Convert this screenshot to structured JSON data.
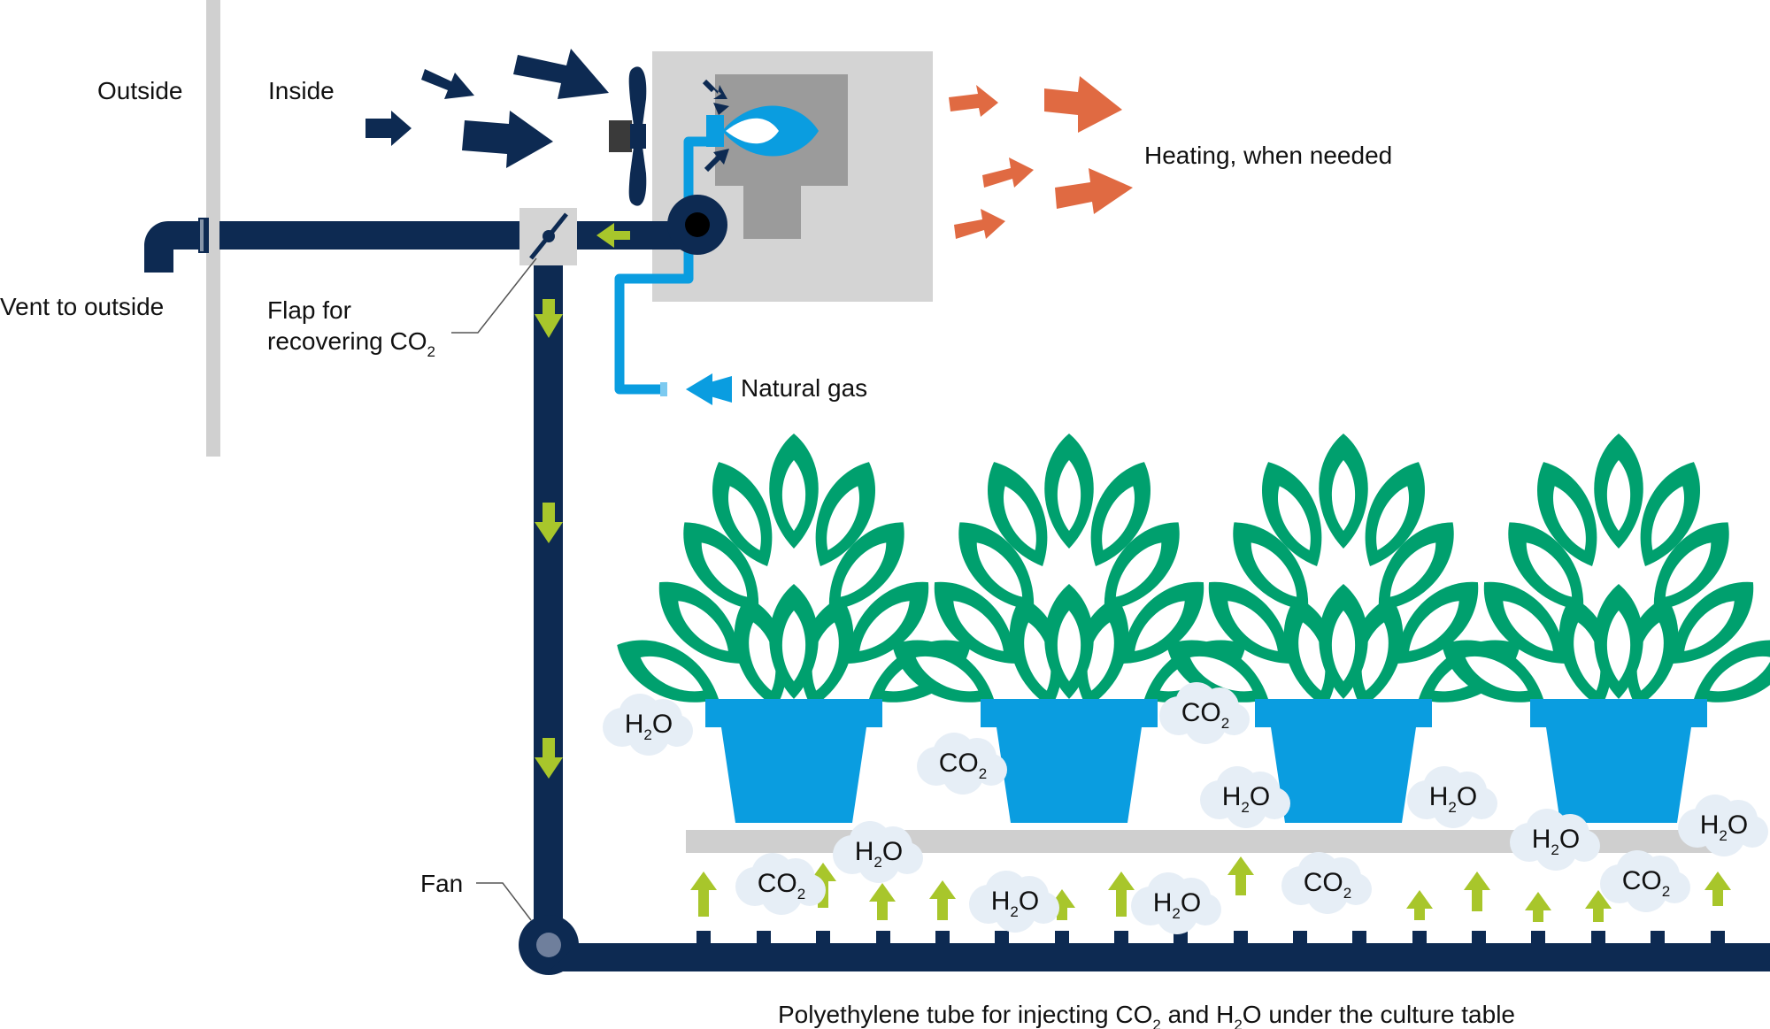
{
  "labels": {
    "outside": "Outside",
    "inside": "Inside",
    "heating": "Heating, when needed",
    "vent": "Vent to outside",
    "flap_line1": "Flap for",
    "flap_line2": "recovering CO",
    "flap_sub": "2",
    "natural_gas": "Natural gas",
    "fan": "Fan",
    "caption_a": "Polyethylene tube for injecting CO",
    "caption_sub1": "2",
    "caption_b": " and H",
    "caption_sub2": "2",
    "caption_c": "O under the culture table"
  },
  "gas_clouds": [
    {
      "base": "H",
      "sub": "2",
      "tail": "O"
    },
    {
      "base": "CO",
      "sub": "2",
      "tail": ""
    },
    {
      "base": "CO",
      "sub": "2",
      "tail": ""
    },
    {
      "base": "H",
      "sub": "2",
      "tail": "O"
    },
    {
      "base": "H",
      "sub": "2",
      "tail": "O"
    },
    {
      "base": "H",
      "sub": "2",
      "tail": "O"
    },
    {
      "base": "H",
      "sub": "2",
      "tail": "O"
    },
    {
      "base": "H",
      "sub": "2",
      "tail": "O"
    },
    {
      "base": "CO",
      "sub": "2",
      "tail": ""
    },
    {
      "base": "H",
      "sub": "2",
      "tail": "O"
    },
    {
      "base": "H",
      "sub": "2",
      "tail": "O"
    },
    {
      "base": "CO",
      "sub": "2",
      "tail": ""
    },
    {
      "base": "CO",
      "sub": "2",
      "tail": ""
    }
  ],
  "colors": {
    "navy": "#0d2a52",
    "green_arrow": "#a8c62b",
    "orange": "#e06a42",
    "blue": "#0a9de0",
    "plant": "#00a06e",
    "grey_box": "#d4d4d4",
    "grey_dark": "#9b9b9b",
    "table": "#cfcfcf",
    "cloud": "#e6eef6"
  }
}
